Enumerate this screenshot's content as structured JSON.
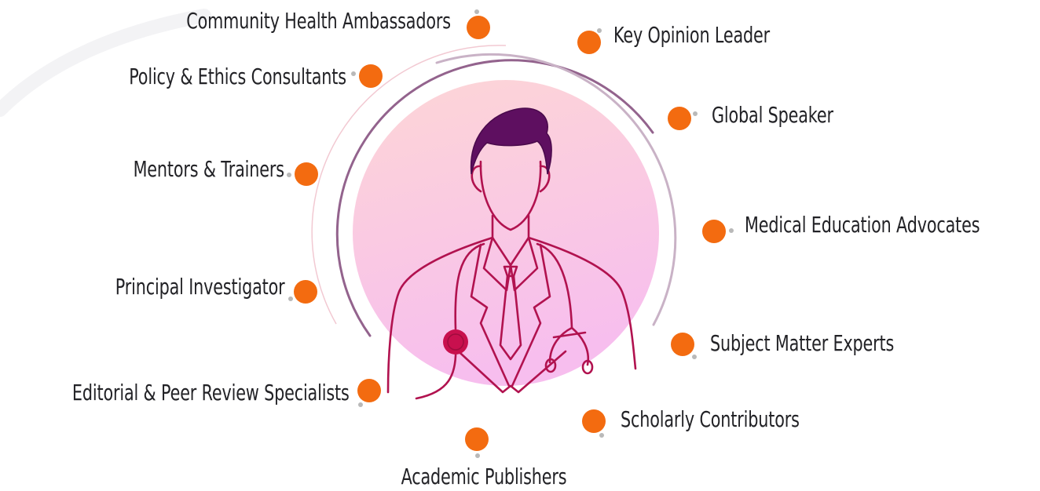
{
  "diagram": {
    "center_figure": "doctor-with-stethoscope",
    "colors": {
      "node": "#f36b10",
      "figure_hair": "#5e0f60",
      "figure_line": "#b1124f",
      "stethoscope_chest": "#c8104e",
      "circle_top": "#fdd5d8",
      "circle_bottom": "#f8c0ec",
      "arc_inner": "#93638d",
      "arc_outer": "#c9b2c6",
      "arc_faint": "#f2c9d2"
    },
    "roles": {
      "community_health_ambassadors": "Community Health Ambassadors",
      "key_opinion_leader": "Key Opinion Leader",
      "policy_ethics_consultants": "Policy & Ethics Consultants",
      "global_speaker": "Global Speaker",
      "mentors_trainers": "Mentors & Trainers",
      "medical_education_advocates": "Medical Education Advocates",
      "principal_investigator": "Principal Investigator",
      "subject_matter_experts": "Subject Matter Experts",
      "editorial_peer_review_specialists": "Editorial & Peer Review Specialists",
      "scholarly_contributors": "Scholarly Contributors",
      "academic_publishers": "Academic Publishers"
    }
  }
}
